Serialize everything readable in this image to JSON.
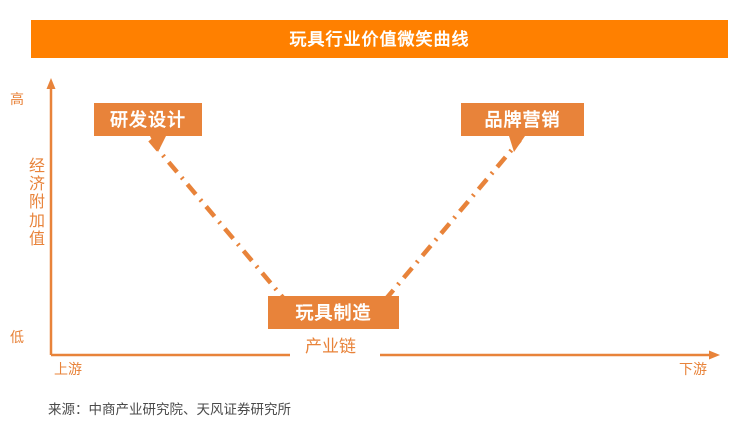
{
  "header": {
    "title": "玩具行业价值微笑曲线",
    "background_color": "#FF8000",
    "text_color": "#FFFFFF"
  },
  "axes": {
    "y_axis": {
      "title": "经济附加值",
      "top_label": "高",
      "bottom_label": "低",
      "color": "#E8833A"
    },
    "x_axis": {
      "title": "产业链",
      "left_label": "上游",
      "right_label": "下游",
      "color": "#E8833A"
    }
  },
  "labels": {
    "rd": "研发设计",
    "brand": "品牌营销",
    "manufacturing": "玩具制造"
  },
  "footnote": {
    "text": "来源：中商产业研究院、天风证券研究所"
  },
  "colors": {
    "title_orange": "#FF8000",
    "box_orange": "#E8833A",
    "curve_orange": "#E8833A",
    "footnote_gray": "#4A4A4A"
  },
  "chart_data": {
    "type": "line",
    "title": "玩具行业价值微笑曲线",
    "xlabel": "产业链",
    "ylabel": "经济附加值",
    "xlim": [
      0,
      1
    ],
    "ylim": [
      0,
      1
    ],
    "grid": false,
    "legend": "none",
    "line_style": "dash-dot",
    "line_color": "#E8833A",
    "categories": [
      "研发设计",
      "玩具制造",
      "品牌营销"
    ],
    "x": [
      0.16,
      0.5,
      0.8
    ],
    "values": [
      0.92,
      0.1,
      0.92
    ],
    "annotations": [
      {
        "label": "研发设计",
        "x": 0.16,
        "y": 0.92,
        "position": "upper-left"
      },
      {
        "label": "玩具制造",
        "x": 0.5,
        "y": 0.1,
        "position": "bottom-center"
      },
      {
        "label": "品牌营销",
        "x": 0.8,
        "y": 0.92,
        "position": "upper-right"
      }
    ],
    "axis_tick_labels": {
      "y": [
        "低",
        "高"
      ],
      "x": [
        "上游",
        "下游"
      ]
    }
  }
}
